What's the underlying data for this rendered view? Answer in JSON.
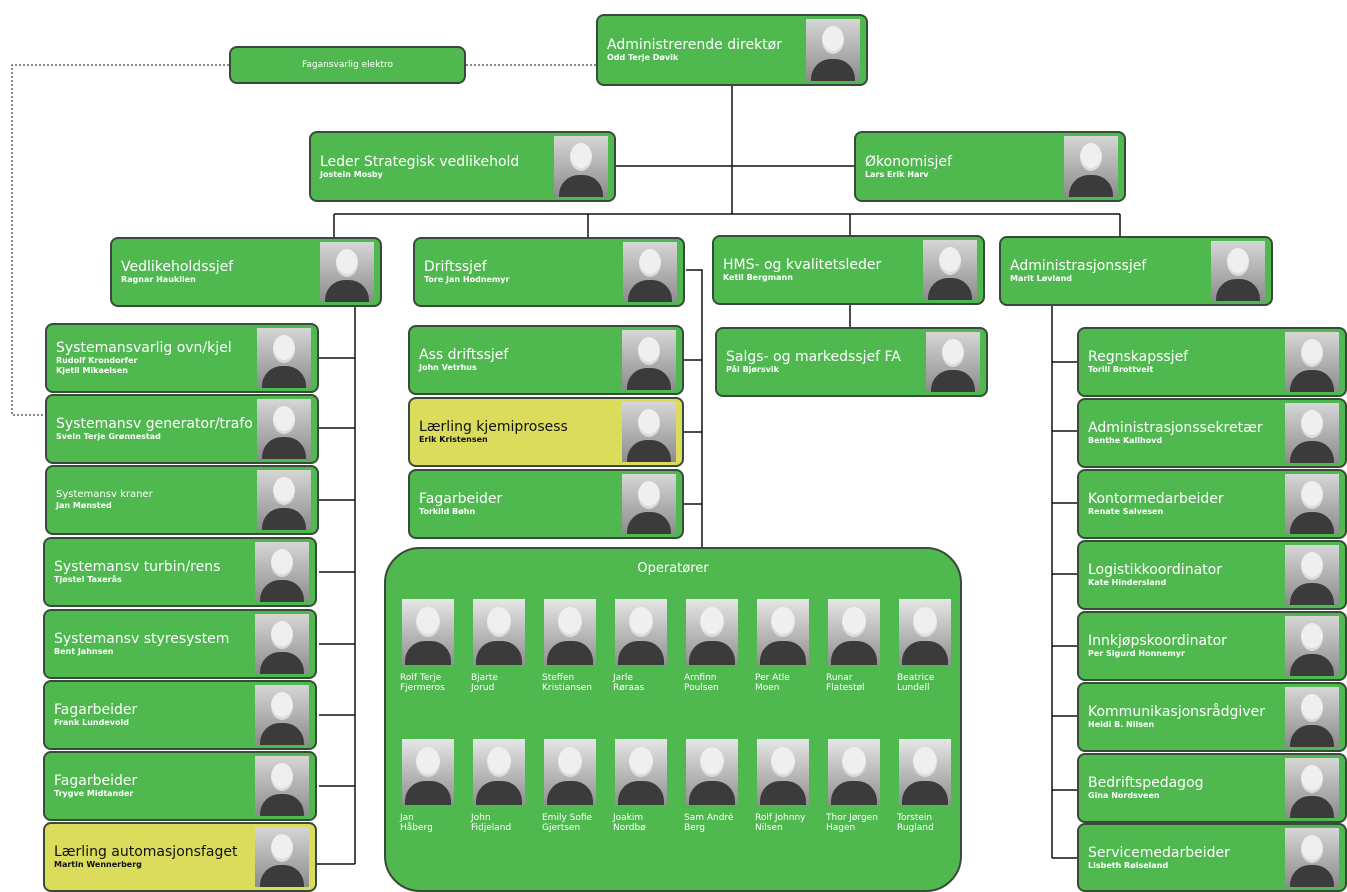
{
  "nodes": [
    {
      "id": "ceo",
      "title": "Administrerende direktør",
      "names": "Odd Terje Døvik",
      "color": "green"
    },
    {
      "id": "fag_el",
      "title": "Fagansvarlig elektro",
      "names": "",
      "color": "green"
    },
    {
      "id": "strat",
      "title": "Leder Strategisk vedlikehold",
      "names": "Jostein Mosby",
      "color": "green"
    },
    {
      "id": "okon",
      "title": "Økonomisjef",
      "names": "Lars Erik Harv",
      "color": "green"
    },
    {
      "id": "vedl",
      "title": "Vedlikeholdssjef",
      "names": "Ragnar Hauklien",
      "color": "green"
    },
    {
      "id": "drift",
      "title": "Driftssjef",
      "names": "Tore Jan Hodnemyr",
      "color": "green"
    },
    {
      "id": "hms",
      "title": "HMS- og kvalitetsleder",
      "names": "Ketil Bergmann",
      "color": "green"
    },
    {
      "id": "adm",
      "title": "Administrasjonssjef",
      "names": "Marit Løvland",
      "color": "green"
    },
    {
      "id": "s_ovn",
      "title": "Systemansvarlig ovn/kjel",
      "names": "Rudolf Krondorfer\nKjetil Mikaelsen",
      "color": "green"
    },
    {
      "id": "s_gen",
      "title": "Systemansv generator/trafo",
      "names": "Svein Terje Grønnestad",
      "color": "green"
    },
    {
      "id": "s_kran",
      "title": "Systemansv kraner",
      "names": "Jan Mønsted",
      "color": "green"
    },
    {
      "id": "s_turb",
      "title": "Systemansv turbin/rens",
      "names": "Tjøstel Taxerås",
      "color": "green"
    },
    {
      "id": "s_styr",
      "title": "Systemansv styresystem",
      "names": "Bent Jahnsen",
      "color": "green"
    },
    {
      "id": "fag1",
      "title": "Fagarbeider",
      "names": "Frank Lundevold",
      "color": "green"
    },
    {
      "id": "fag2",
      "title": "Fagarbeider",
      "names": "Trygve Midtander",
      "color": "green"
    },
    {
      "id": "laer_aut",
      "title": "Lærling automasjonsfaget",
      "names": "Martin Wennerberg",
      "color": "yellow"
    },
    {
      "id": "ass_drift",
      "title": "Ass driftssjef",
      "names": "John Vetrhus",
      "color": "green"
    },
    {
      "id": "laer_kjem",
      "title": "Lærling kjemiprosess",
      "names": "Erik Kristensen",
      "color": "yellow"
    },
    {
      "id": "fag3",
      "title": "Fagarbeider",
      "names": "Torkild Bøhn",
      "color": "green"
    },
    {
      "id": "salg",
      "title": "Salgs- og markedssjef FA",
      "names": "Pål Bjørsvik",
      "color": "green"
    },
    {
      "id": "regn",
      "title": "Regnskapssjef",
      "names": "Torill Brottveit",
      "color": "green"
    },
    {
      "id": "admsek",
      "title": "Administrasjonssekretær",
      "names": "Benthe Kallhovd",
      "color": "green"
    },
    {
      "id": "kontor",
      "title": "Kontormedarbeider",
      "names": "Renate Salvesen",
      "color": "green"
    },
    {
      "id": "logist",
      "title": "Logistikkoordinator",
      "names": "Kate Hindersland",
      "color": "green"
    },
    {
      "id": "innkj",
      "title": "Innkjøpskoordinator",
      "names": "Per Sigurd Honnemyr",
      "color": "green"
    },
    {
      "id": "komm",
      "title": "Kommunikasjonsrådgiver",
      "names": "Heidi B. Nilsen",
      "color": "green"
    },
    {
      "id": "bedr",
      "title": "Bedriftspedagog",
      "names": "Gina Nordsveen",
      "color": "green"
    },
    {
      "id": "serv",
      "title": "Servicemedarbeider",
      "names": "Lisbeth Røiseland",
      "color": "green"
    }
  ],
  "operators": {
    "title": "Operatører",
    "members": [
      "Rolf Terje\nFjermeros",
      "Bjarte\nJorud",
      "Steffen\nKristiansen",
      "Jarle\nRøraas",
      "Arnfinn\nPoulsen",
      "Per Atle\nMoen",
      "Runar\nFlatestøl",
      "Beatrice\nLundell",
      "Jan\nHåberg",
      "John\nFidjeland",
      "Emily Sofie\nGjertsen",
      "Joakim\nNordbø",
      "Sam André\nBerg",
      "Rolf Johnny\nNilsen",
      "Thor Jørgen\nHagen",
      "Torstein\nRugland"
    ]
  },
  "edges": [
    [
      "ceo",
      "strat"
    ],
    [
      "ceo",
      "okon"
    ],
    [
      "ceo",
      "vedl"
    ],
    [
      "ceo",
      "drift"
    ],
    [
      "ceo",
      "hms"
    ],
    [
      "ceo",
      "adm"
    ],
    [
      "ceo",
      "fag_el"
    ],
    [
      "fag_el",
      "s_gen"
    ],
    [
      "vedl",
      "s_ovn"
    ],
    [
      "vedl",
      "s_gen"
    ],
    [
      "vedl",
      "s_kran"
    ],
    [
      "vedl",
      "s_turb"
    ],
    [
      "vedl",
      "s_styr"
    ],
    [
      "vedl",
      "fag1"
    ],
    [
      "vedl",
      "fag2"
    ],
    [
      "vedl",
      "laer_aut"
    ],
    [
      "drift",
      "ass_drift"
    ],
    [
      "drift",
      "laer_kjem"
    ],
    [
      "drift",
      "fag3"
    ],
    [
      "drift",
      "operators"
    ],
    [
      "hms",
      "salg"
    ],
    [
      "adm",
      "regn"
    ],
    [
      "adm",
      "admsek"
    ],
    [
      "adm",
      "kontor"
    ],
    [
      "adm",
      "logist"
    ],
    [
      "adm",
      "innkj"
    ],
    [
      "adm",
      "komm"
    ],
    [
      "adm",
      "bedr"
    ],
    [
      "adm",
      "serv"
    ]
  ],
  "colors": {
    "box": "#4fb950",
    "trainee": "#dcdc5c",
    "border": "#3a4a3a",
    "line": "#111111"
  }
}
